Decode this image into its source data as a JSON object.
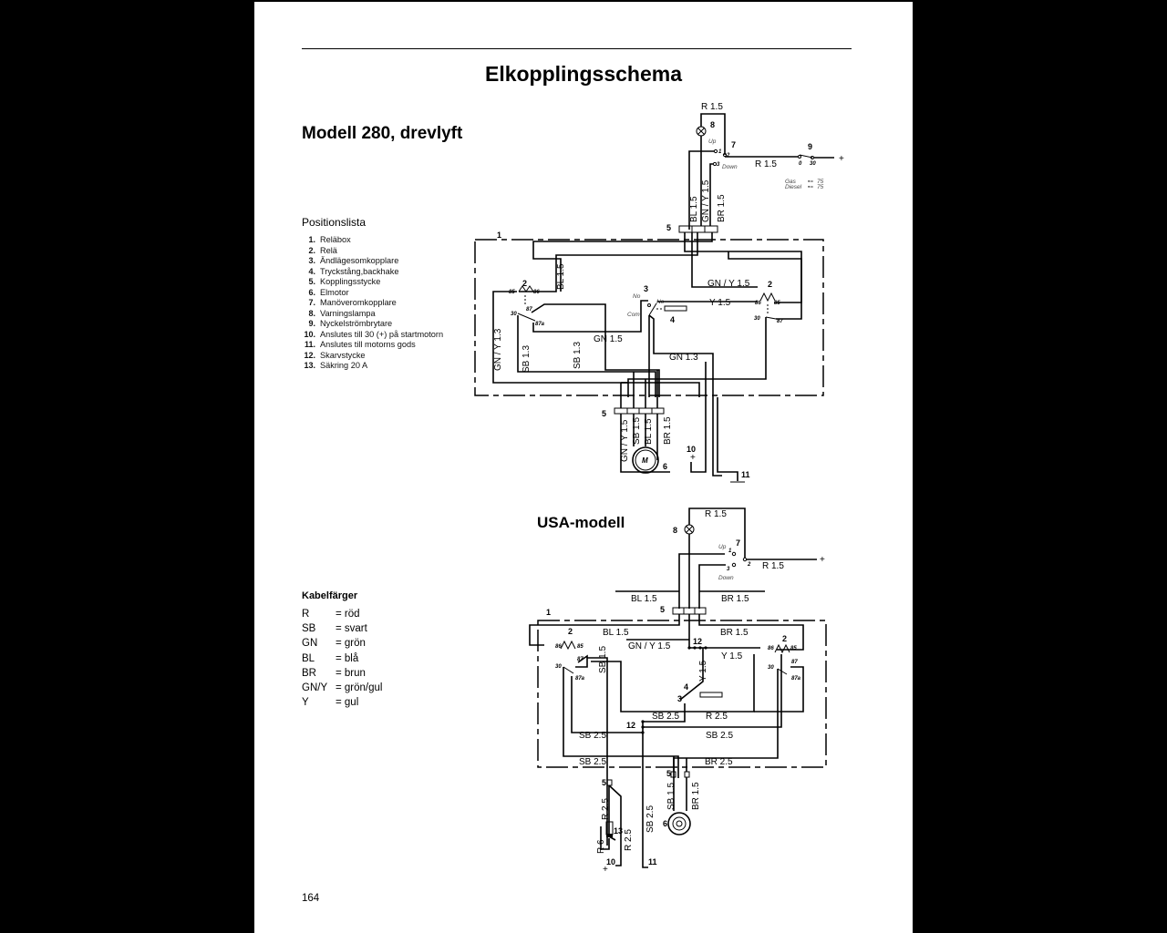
{
  "document": {
    "title": "Elkopplingsschema",
    "page_number": "164"
  },
  "sections": {
    "model_heading": "Modell 280, drevlyft",
    "usa_heading": "USA-modell"
  },
  "position_list": {
    "title": "Positionslista",
    "items": [
      {
        "num": "1.",
        "label": "Reläbox"
      },
      {
        "num": "2.",
        "label": "Relä"
      },
      {
        "num": "3.",
        "label": "Ändlägesomkopplare"
      },
      {
        "num": "4.",
        "label": "Tryckstång,backhake"
      },
      {
        "num": "5.",
        "label": "Kopplingsstycke"
      },
      {
        "num": "6.",
        "label": "Elmotor"
      },
      {
        "num": "7.",
        "label": "Manöveromkopplare"
      },
      {
        "num": "8.",
        "label": "Varningslampa"
      },
      {
        "num": "9.",
        "label": "Nyckelströmbrytare"
      },
      {
        "num": "10.",
        "label": "Anslutes till 30 (+) på startmotorn"
      },
      {
        "num": "11.",
        "label": "Anslutes till motorns gods"
      },
      {
        "num": "12.",
        "label": "Skarvstycke"
      },
      {
        "num": "13.",
        "label": "Säkring 20 A"
      }
    ]
  },
  "cable_colors": {
    "title": "Kabelfärger",
    "items": [
      {
        "code": "R",
        "meaning": "= röd"
      },
      {
        "code": "SB",
        "meaning": "= svart"
      },
      {
        "code": "GN",
        "meaning": "= grön"
      },
      {
        "code": "BL",
        "meaning": "= blå"
      },
      {
        "code": "BR",
        "meaning": "= brun"
      },
      {
        "code": "GN/Y",
        "meaning": "= grön/gul"
      },
      {
        "code": "Y",
        "meaning": "= gul"
      }
    ]
  },
  "diagram_top": {
    "wires": {
      "r15_top": "R 1.5",
      "r15_right": "R 1.5",
      "bl15_v": "BL 1.5",
      "gny15_v": "GN / Y 1.5",
      "br15_v": "BR 1.5",
      "bl15_box": "BL 1.5",
      "gny15_box": "GN / Y 1.5",
      "y15": "Y 1.5",
      "gny13": "GN / Y 1.3",
      "sb13_a": "SB 1.3",
      "sb13_b": "SB 1.3",
      "gn15": "GN 1.5",
      "gn13": "GN 1.3",
      "gny15_m": "GN / Y 1.5",
      "sb15_m": "SB 1.5",
      "bl15_m": "BL 1.5",
      "br15_m": "BR 1.5"
    },
    "refs": {
      "n1": "1",
      "n2a": "2",
      "n2b": "2",
      "n3": "3",
      "n4": "4",
      "n5a": "5",
      "n5b": "5",
      "n6": "6",
      "n7": "7",
      "n8": "8",
      "n9": "9",
      "n10": "10",
      "n11": "11"
    },
    "switch": {
      "up": "Up",
      "down": "Down",
      "p1": "1",
      "p2": "2",
      "p3": "3"
    },
    "key": {
      "p0": "0",
      "p30": "30",
      "plus": "+",
      "gas": "Gas",
      "diesel": "Diesel",
      "gas_val": "75",
      "diesel_val": "75"
    },
    "relay": {
      "t85": "85",
      "t86": "86",
      "t87": "87",
      "t87a": "87a",
      "t30": "30"
    },
    "limit": {
      "no1": "No",
      "no2": "No",
      "com": "Com"
    },
    "motor": "M",
    "plus10": "+"
  },
  "diagram_usa": {
    "wires": {
      "r15_top": "R 1.5",
      "r15_right": "R 1.5",
      "bl15_in": "BL 1.5",
      "br15_in": "BR 1.5",
      "bl15": "BL 1.5",
      "br15": "BR 1.5",
      "gny15": "GN / Y 1.5",
      "y15_h": "Y 1.5",
      "y15_v": "Y 1.5",
      "sb15_v": "SB 1.5",
      "sb25_a": "SB 2.5",
      "r25_a": "R 2.5",
      "sb25_b": "SB 2.5",
      "sb25_c": "SB 2.5",
      "sb25_d": "SB 2.5",
      "br25": "BR 2.5",
      "r25_v1": "R 2.5",
      "r25_v2": "R 2.5",
      "r6": "R 6",
      "sb25_v": "SB 2.5",
      "sb15_m": "SB 1.5",
      "br15_m": "BR 1.5"
    },
    "refs": {
      "n1": "1",
      "n2a": "2",
      "n2b": "2",
      "n3": "3",
      "n4": "4",
      "n5a": "5",
      "n5b": "5",
      "n5c": "5",
      "n6": "6",
      "n7": "7",
      "n8": "8",
      "n10": "10",
      "n11": "11",
      "n12a": "12",
      "n12b": "12",
      "n13": "13"
    },
    "switch": {
      "up": "Up",
      "down": "Down",
      "p1": "1",
      "p2": "2",
      "p3": "3"
    },
    "plus": "+",
    "plus10": "+"
  }
}
